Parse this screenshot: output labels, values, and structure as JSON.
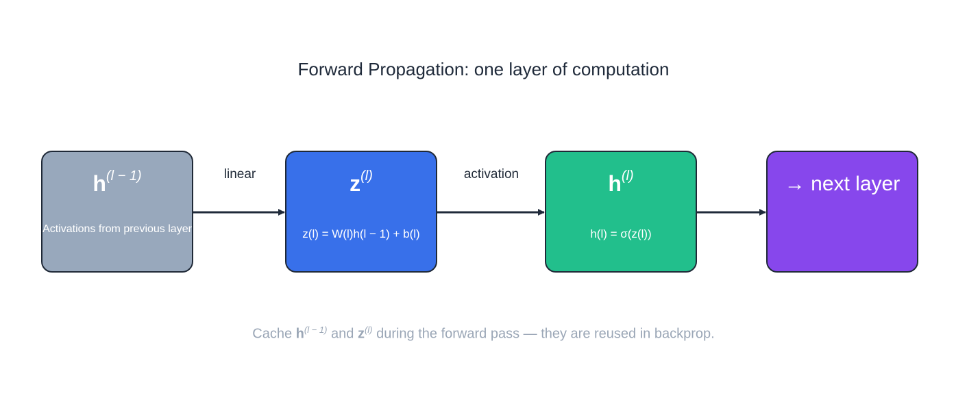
{
  "title": "Forward Propagation: one layer of computation",
  "nodes": [
    {
      "symbol_base": "h",
      "symbol_sup": "(l − 1)",
      "subtitle": "Activations from previous layer",
      "color": "#98a8bc"
    },
    {
      "symbol_base": "z",
      "symbol_sup": "(l)",
      "equation": "z(l) = W(l)h(l − 1) + b(l)",
      "color": "#3870ea"
    },
    {
      "symbol_base": "h",
      "symbol_sup": "(l)",
      "equation": "h(l) = σ(z(l))",
      "color": "#22bf8c"
    },
    {
      "label": "→ next layer",
      "color": "#8747ec"
    }
  ],
  "edges": [
    {
      "from": 0,
      "to": 1,
      "label": "linear"
    },
    {
      "from": 1,
      "to": 2,
      "label": "activation"
    },
    {
      "from": 2,
      "to": 3,
      "label": ""
    }
  ],
  "caption": {
    "prefix": "Cache ",
    "term1_base": "h",
    "term1_sup": "(l − 1)",
    "middle": " and ",
    "term2_base": "z",
    "term2_sup": "(l)",
    "suffix": " during the forward pass — they are reused in backprop."
  }
}
